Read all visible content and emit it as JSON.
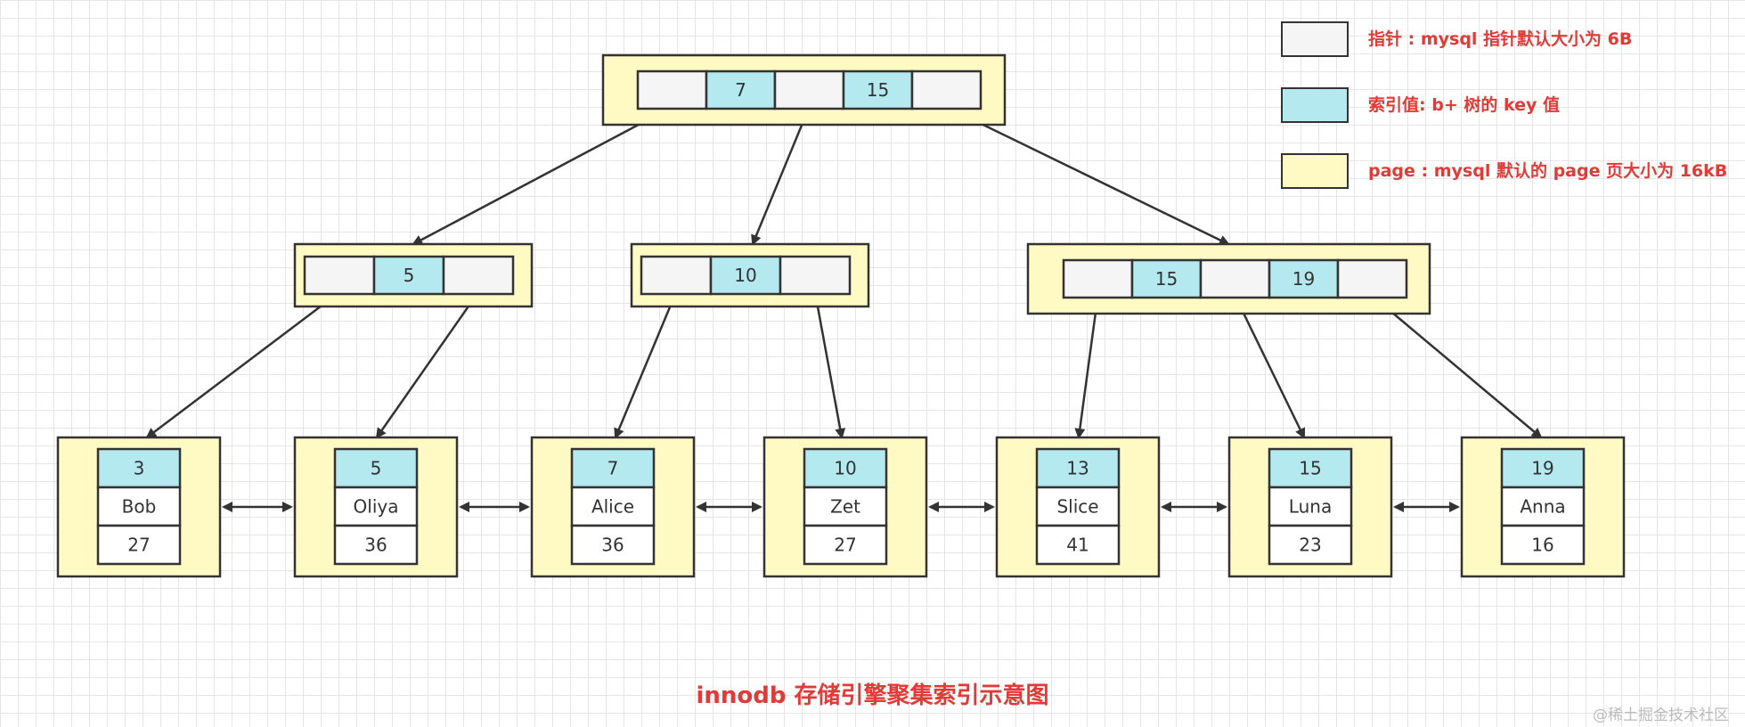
{
  "colors": {
    "pointer": "#f5f5f5",
    "key": "#b3e9ef",
    "page": "#fff9c4",
    "text_red": "#e53935",
    "stroke": "#333333"
  },
  "legend": {
    "pointer_text": "指针 : mysql 指针默认大小为 6B",
    "key_text": "索引值: b+ 树的 key 值",
    "page_text": "page : mysql 默认的 page 页大小为 16kB"
  },
  "tree": {
    "root_keys": [
      "7",
      "15"
    ],
    "internal_nodes": [
      {
        "keys": [
          "5"
        ]
      },
      {
        "keys": [
          "10"
        ]
      },
      {
        "keys": [
          "15",
          "19"
        ]
      }
    ],
    "leaves": [
      {
        "key": "3",
        "name": "Bob",
        "age": "27"
      },
      {
        "key": "5",
        "name": "Oliya",
        "age": "36"
      },
      {
        "key": "7",
        "name": "Alice",
        "age": "36"
      },
      {
        "key": "10",
        "name": "Zet",
        "age": "27"
      },
      {
        "key": "13",
        "name": "Slice",
        "age": "41"
      },
      {
        "key": "15",
        "name": "Luna",
        "age": "23"
      },
      {
        "key": "19",
        "name": "Anna",
        "age": "16"
      }
    ]
  },
  "caption": "innodb 存储引擎聚集索引示意图",
  "watermark": "@稀土掘金技术社区"
}
